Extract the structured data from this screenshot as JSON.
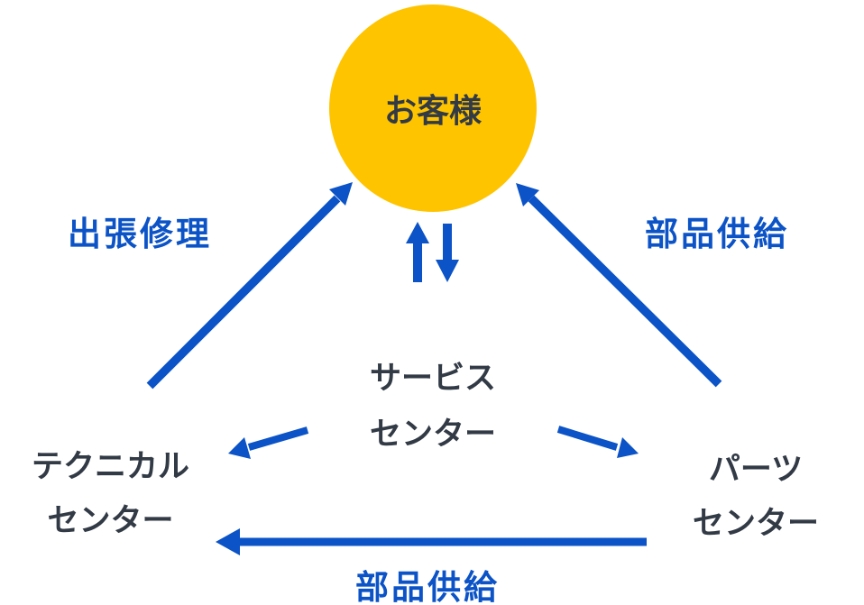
{
  "diagram": {
    "title": "service-network-diagram",
    "nodes": {
      "customer": {
        "label": "お客様"
      },
      "service": {
        "line1": "サービス",
        "line2": "センター"
      },
      "technical": {
        "line1": "テクニカル",
        "line2": "センター"
      },
      "parts": {
        "line1": "パーツ",
        "line2": "センター"
      }
    },
    "edges": {
      "repair": {
        "label": "出張修理",
        "from": "technical",
        "to": "customer"
      },
      "supply_right": {
        "label": "部品供給",
        "from": "parts",
        "to": "customer"
      },
      "supply_bottom": {
        "label": "部品供給",
        "from": "parts",
        "to": "technical"
      },
      "customer_service": {
        "label": "",
        "from": "customer",
        "to": "service"
      },
      "service_technical": {
        "label": "",
        "from": "service",
        "to": "technical"
      },
      "service_parts": {
        "label": "",
        "from": "service",
        "to": "parts"
      }
    },
    "colors": {
      "accent_blue": "#0B53C6",
      "customer_yellow": "#FFC400",
      "node_text": "#323A45",
      "node_fill": "#FFFFFF"
    }
  }
}
